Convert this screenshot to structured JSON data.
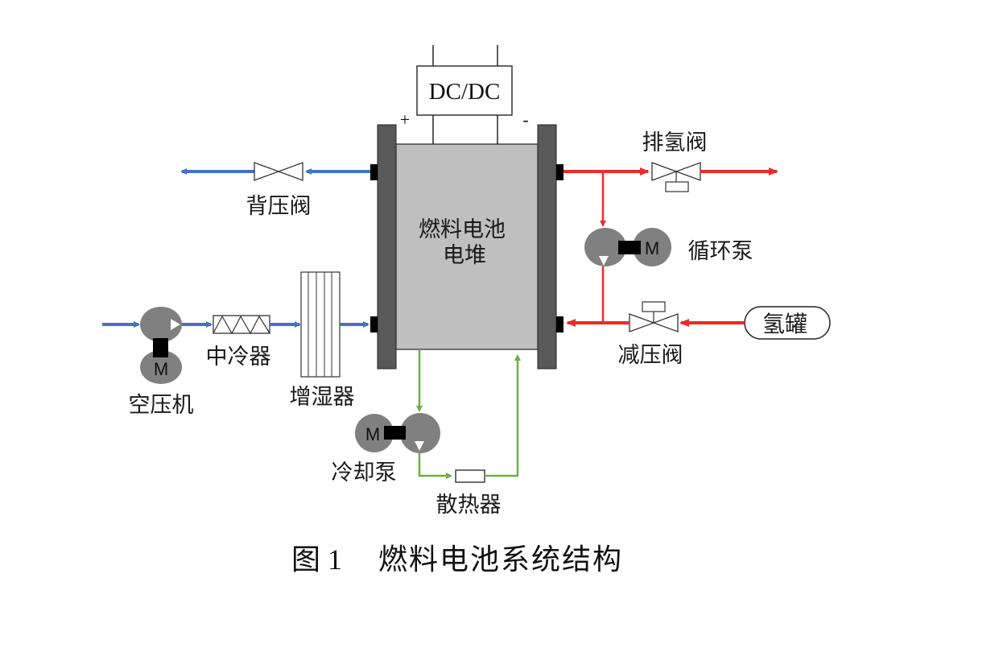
{
  "diagram": {
    "colors": {
      "air": "#4472c4",
      "hydrogen": "#ee2a2a",
      "coolant": "#70ad47",
      "stack_body": "#bfbfbf",
      "end_plate": "#595959",
      "pump": "#808080",
      "port": "#000000"
    },
    "stack": {
      "label_line1": "燃料电池",
      "label_line2": "电堆"
    },
    "dcdc": {
      "label": "DC/DC",
      "plus": "+",
      "minus": "-"
    },
    "components": {
      "back_pressure_valve": "背压阀",
      "air_compressor": "空压机",
      "intercooler": "中冷器",
      "humidifier": "增湿器",
      "purge_valve": "排氢阀",
      "recirculation_pump": "循环泵",
      "pressure_reducing_valve": "减压阀",
      "hydrogen_tank": "氢罐",
      "coolant_pump": "冷却泵",
      "radiator": "散热器"
    },
    "motor_label": "M",
    "caption": {
      "figure": "图 1",
      "title": "燃料电池系统结构"
    }
  }
}
